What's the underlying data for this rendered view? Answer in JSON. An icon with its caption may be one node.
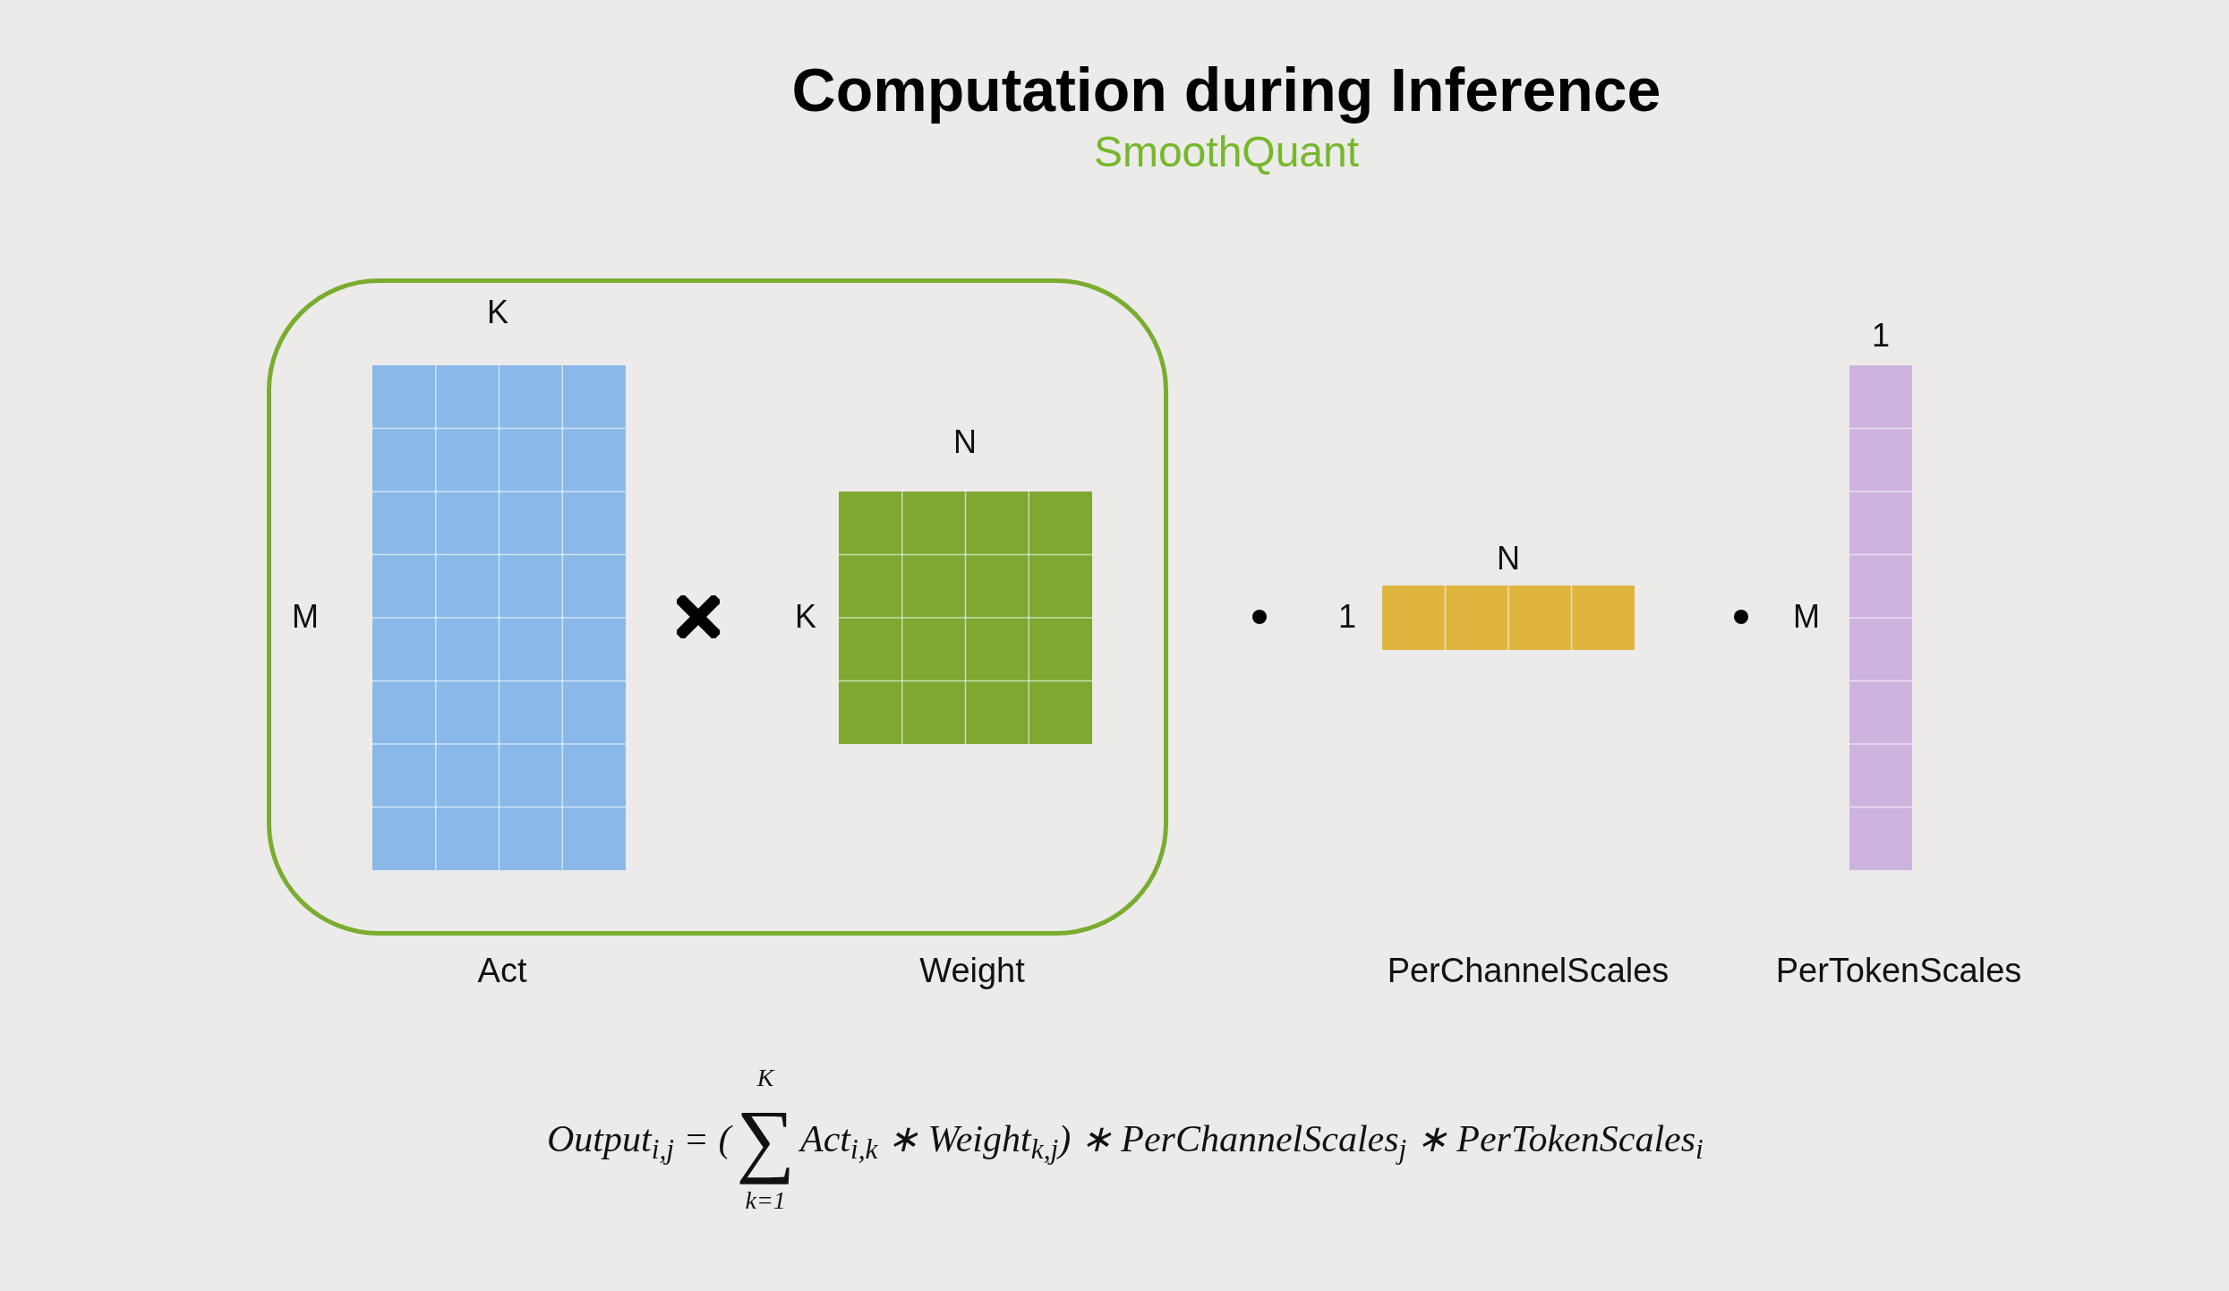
{
  "diagram": {
    "title": "Computation during Inference",
    "nodes": [
      {
        "text": [],
        "shape": "box"
      },
      {
        "text": [],
        "shape": "grid",
        "in": 0,
        "beside": [
          "K",
          "M"
        ]
      },
      {
        "text": [],
        "shape": "grid",
        "in": 0,
        "beside": [
          "N",
          "K"
        ]
      },
      {
        "text": [],
        "shape": "grid",
        "beside": [
          "N",
          "1"
        ]
      },
      {
        "text": [],
        "shape": "grid",
        "beside": [
          "1",
          "M"
        ]
      }
    ],
    "labels": [
      "SmoothQuant",
      "Act",
      "Weight",
      "PerChannelScales",
      "PerTokenScales",
      "Output$_{i,j}$ = (",
      "K",
      "∑",
      "k=1",
      "Act$_{i,k}$ ∗ Weight$_{k,j}$) ∗ PerChannelScales$_{j}$ ∗ PerTokenScales$_{i}$"
    ]
  }
}
